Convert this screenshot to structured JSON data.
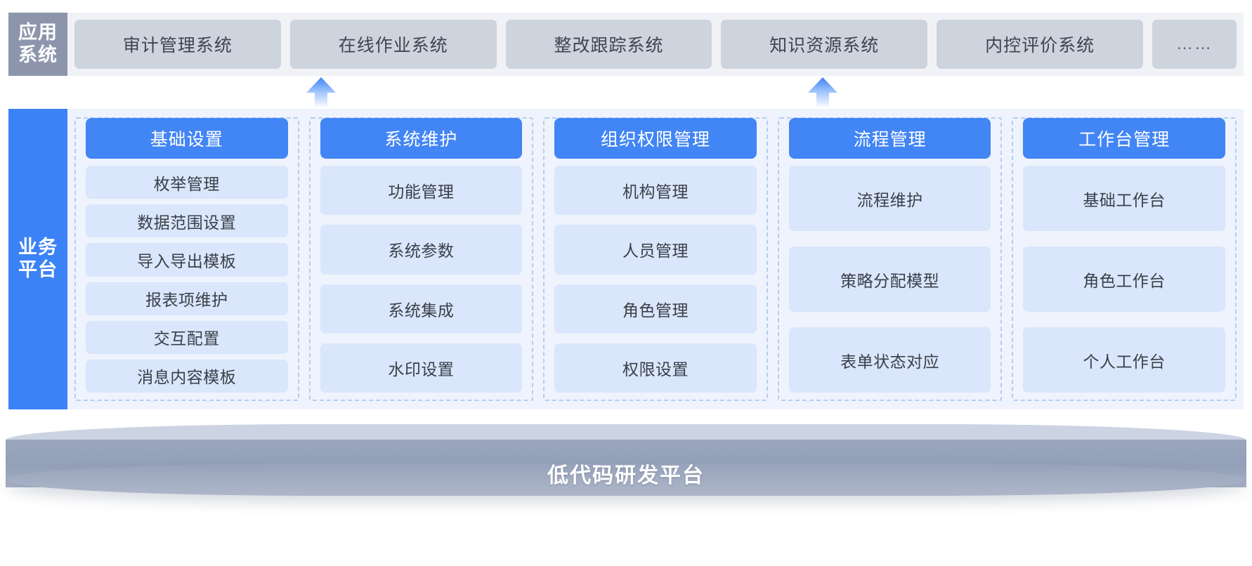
{
  "application_layer": {
    "label_lines": [
      "应用",
      "系统"
    ],
    "systems": [
      {
        "name": "审计管理系统"
      },
      {
        "name": "在线作业系统"
      },
      {
        "name": "整改跟踪系统"
      },
      {
        "name": "知识资源系统"
      },
      {
        "name": "内控评价系统"
      },
      {
        "name": "……"
      }
    ],
    "label_bg": "#8c95ab",
    "card_bg": "#ced4de"
  },
  "connectors": [
    {
      "name": "arrow-up-online-operation",
      "direction": "up"
    },
    {
      "name": "arrow-up-internal-control",
      "direction": "up"
    }
  ],
  "business_platform": {
    "label_lines": [
      "业务",
      "平台"
    ],
    "label_bg": "#3b82f6",
    "header_bg": "#4285f4",
    "item_bg": "#d9e6fb",
    "columns": [
      {
        "title": "基础设置",
        "items": [
          "枚举管理",
          "数据范围设置",
          "导入导出模板",
          "报表项维护",
          "交互配置",
          "消息内容模板"
        ]
      },
      {
        "title": "系统维护",
        "items": [
          "功能管理",
          "系统参数",
          "系统集成",
          "水印设置"
        ]
      },
      {
        "title": "组织权限管理",
        "items": [
          "机构管理",
          "人员管理",
          "角色管理",
          "权限设置"
        ]
      },
      {
        "title": "流程管理",
        "items": [
          "流程维护",
          "策略分配模型",
          "表单状态对应"
        ]
      },
      {
        "title": "工作台管理",
        "items": [
          "基础工作台",
          "角色工作台",
          "个人工作台"
        ]
      }
    ]
  },
  "foundation": {
    "caption": "低代码研发平台",
    "color": "#98a3bb"
  }
}
